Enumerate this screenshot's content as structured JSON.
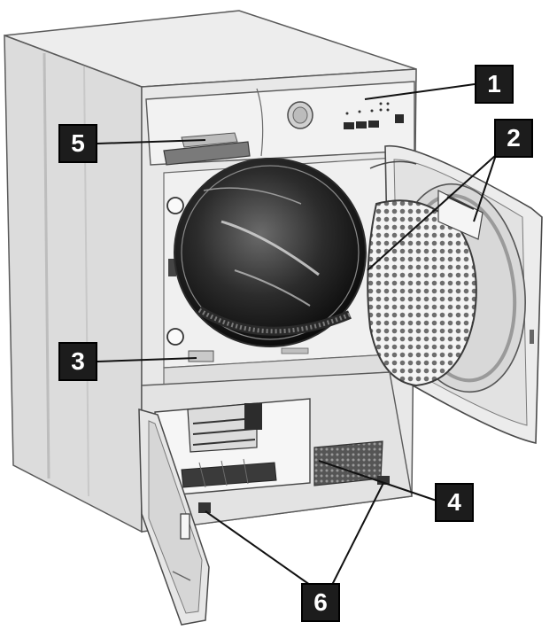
{
  "colors": {
    "body": "#e4e4e4",
    "panel": "#ededed",
    "shade": "#c8c8c8",
    "dark": "#3a3a3a",
    "drum": "#1a1a1a",
    "mesh": "#7a7a7a",
    "callout": "#1c1c1c",
    "callout_text": "#ffffff",
    "outline": "#5a5a5a"
  },
  "callouts": [
    {
      "id": "1",
      "label": "1"
    },
    {
      "id": "2",
      "label": "2"
    },
    {
      "id": "3",
      "label": "3"
    },
    {
      "id": "4",
      "label": "4"
    },
    {
      "id": "5",
      "label": "5"
    },
    {
      "id": "6",
      "label": "6"
    }
  ]
}
